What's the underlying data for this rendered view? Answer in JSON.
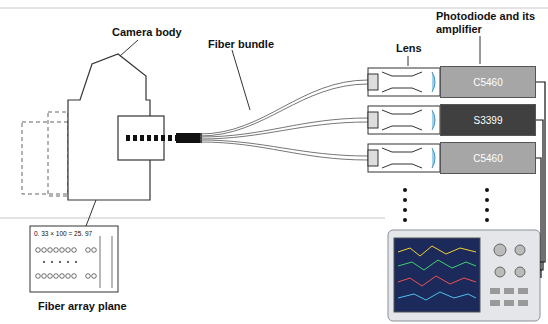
{
  "diagram": {
    "nodes": [
      {
        "text": [
          "C5460"
        ]
      },
      {
        "text": [
          "S3399"
        ]
      },
      {
        "text": [
          "C5460"
        ]
      }
    ],
    "labels": [
      "Camera body",
      "Fiber bundle",
      "Lens",
      "Photodiode and its amplifier",
      "Fiber array plane",
      "0. 33 × 100 = 25. 97"
    ]
  }
}
